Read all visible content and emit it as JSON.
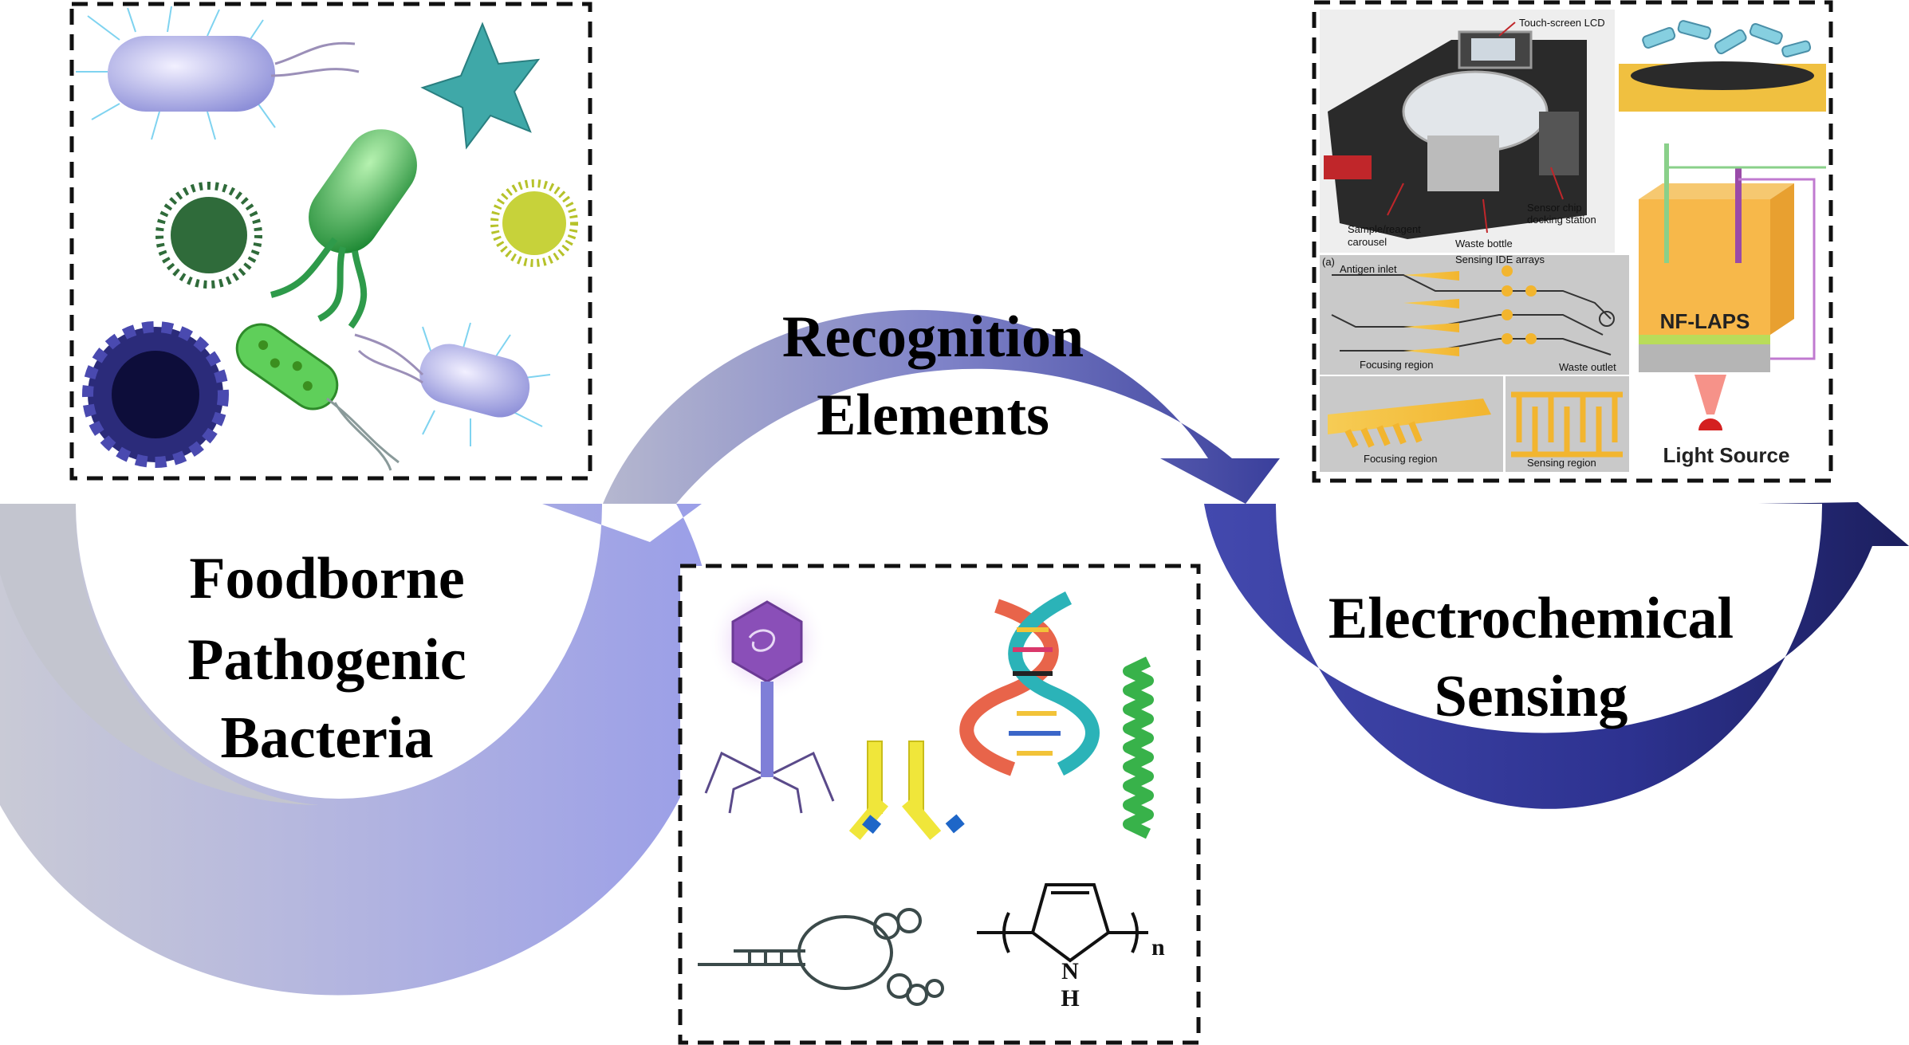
{
  "stages": {
    "bacteria": {
      "lines": [
        "Foodborne",
        "Pathogenic",
        "Bacteria"
      ]
    },
    "recognition": {
      "lines": [
        "Recognition",
        "Elements"
      ]
    },
    "sensing": {
      "lines": [
        "Electrochemical",
        "Sensing"
      ]
    }
  },
  "device_photo": {
    "touch_screen": "Touch-screen LCD",
    "carousel_l1": "Sample/reagent",
    "carousel_l2": "carousel",
    "waste_bottle": "Waste bottle",
    "dock_l1": "Sensor chip",
    "dock_l2": "docking station"
  },
  "chip_diagram": {
    "panel_letter": "(a)",
    "antigen_inlet": "Antigen inlet",
    "ide_arrays": "Sensing IDE arrays",
    "focusing_region": "Focusing region",
    "waste_outlet": "Waste outlet",
    "focusing_region_zoom": "Focusing region",
    "sensing_region": "Sensing region"
  },
  "laps": {
    "label": "NF-LAPS",
    "light_source": "Light Source"
  },
  "chem": {
    "nh": "N",
    "h": "H",
    "n": "n"
  },
  "colors": {
    "arrow_light": "#c4c6d8",
    "arrow_mid": "#8b8fd6",
    "arrow_dark": "#262a6e",
    "box_border": "#111111"
  }
}
